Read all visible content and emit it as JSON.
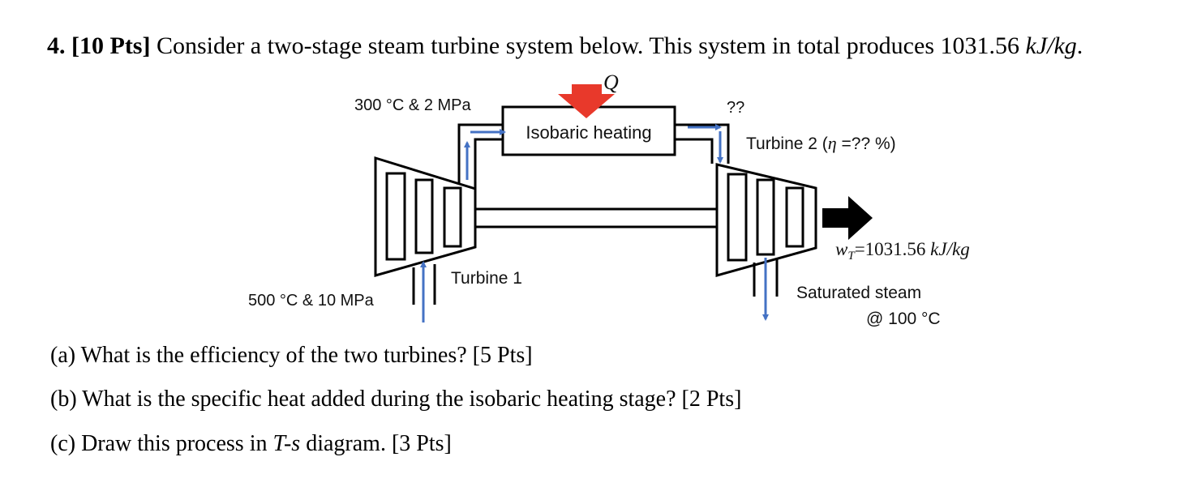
{
  "question": {
    "number": "4. [10 Pts]",
    "text_before": " Consider a two-stage steam turbine system below. This system in total produces 1031.56 ",
    "unit": "kJ/kg",
    "text_after": "."
  },
  "diagram": {
    "heat_symbol": "Q",
    "state_2": "300 °C & 2 MPa",
    "heater_label": "Isobaric heating",
    "state_3": "??",
    "turbine2_prefix": "Turbine 2 (",
    "eta_symbol": "η",
    "turbine2_suffix": " =?? %)",
    "work_w": "w",
    "work_sub": "T",
    "work_value": "=1031.56 ",
    "work_unit": "kJ/kg",
    "turbine1_label": "Turbine 1",
    "state_1": "500 °C & 10 MPa",
    "exit_line1": "Saturated steam",
    "exit_line2": "@ 100 °C",
    "colors": {
      "flow_arrow": "#4472c4",
      "heat_arrow": "#e8392b",
      "work_arrow": "#000000"
    }
  },
  "parts": [
    "(a) What is the efficiency of the two turbines? [5 Pts]",
    "(b) What is the specific heat added during the isobaric heating stage? [2 Pts]",
    "(c) Draw this process in ",
    "T-s",
    " diagram. [3 Pts]"
  ]
}
